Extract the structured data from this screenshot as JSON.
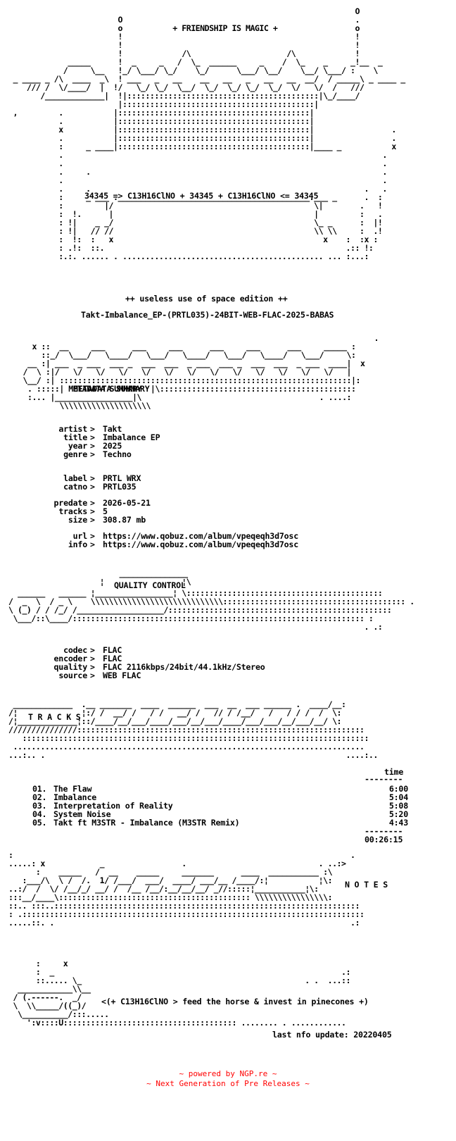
{
  "document": {
    "release_name": "Takt-Imbalance_EP-(PRTL035)-24BIT-WEB-FLAC-2025-BABAS",
    "tagline_top": "+ FRIENDSHIP IS MAGIC +",
    "formula_line": "34345 => C13H16ClNO + 34345 + C13H16ClNO <= 34345",
    "edition_line": "++ useless use of space edition ++",
    "sections": {
      "metadata": "METADATA SUMMARY",
      "quality": "QUALITY CONTROL",
      "tracks": "T R A C K S",
      "notes": "N O T E S"
    },
    "metadata": [
      {
        "key": "artist",
        "value": "Takt"
      },
      {
        "key": "title",
        "value": "Imbalance EP"
      },
      {
        "key": "year",
        "value": "2025"
      },
      {
        "key": "genre",
        "value": "Techno"
      },
      {
        "key": "label",
        "value": "PRTL WRX"
      },
      {
        "key": "catno",
        "value": "PRTL035"
      },
      {
        "key": "predate",
        "value": "2026-05-21"
      },
      {
        "key": "tracks",
        "value": "5"
      },
      {
        "key": "size",
        "value": "308.87 mb"
      },
      {
        "key": "url",
        "value": "https://www.qobuz.com/album/vpeqeqh3d7osc"
      },
      {
        "key": "info",
        "value": "https://www.qobuz.com/album/vpeqeqh3d7osc"
      }
    ],
    "quality": [
      {
        "key": "codec",
        "value": "FLAC"
      },
      {
        "key": "encoder",
        "value": "FLAC"
      },
      {
        "key": "quality",
        "value": "FLAC 2116kbps/24bit/44.1kHz/Stereo"
      },
      {
        "key": "source",
        "value": "WEB FLAC"
      }
    ],
    "tracks_header": "time",
    "tracks_rule": "--------",
    "tracks": [
      {
        "num": "01.",
        "title": "The Flaw",
        "time": "6:00"
      },
      {
        "num": "02.",
        "title": "Imbalance",
        "time": "5:04"
      },
      {
        "num": "03.",
        "title": "Interpretation of Reality",
        "time": "5:08"
      },
      {
        "num": "04.",
        "title": "System Noise",
        "time": "5:20"
      },
      {
        "num": "05.",
        "title": "Takt ft M3STR - Imbalance (M3STR Remix)",
        "time": "4:43"
      }
    ],
    "total_rule": "--------",
    "total_time": "00:26:15",
    "notes_line": "<(+ C13H16ClNO > feed the horse & invest in pinecones +)",
    "last_update": "last nfo update: 20220405",
    "footer_line1": "~ powered by NGP.re ~",
    "footer_line2": "~ Next Generation of Pre Releases ~"
  },
  "art": {
    "header": [
      "                                                                            O",
      "                        O                                                   .",
      "                        o           + FRIENDSHIP IS MAGIC +                 o",
      "                        !                                                   !",
      "                        !                                                   !",
      "                        !             /\\                     /\\             !",
      "             _____      !  _     _   /  \\_  ______     _    /  \\_    _     _!__  _",
      "            /     \\__   !_/ \\___/ \\_/    \\_/      \\___/ \\__/    \\__/ \\___/ :    \\",
      " _ ____ _ /\\  ____  _\\  ! ___   _   __    __   __   _   __   __  __/  / _____\\ _ ____ _",
      "    /// /  \\/____/  |  !/   \\_/ \\_/  \\__/  \\_/  \\_/ \\_/  \\_/  \\/   \\/  /   ///",
      "       /_____________|  !|::::::::::::::::::::::::::::::::::::::::::|\\_/____/",
      "                        |::::::::::::::::::::::::::::::::::::::::::|",
      " ,         .           |::::::::::::::::::::::::::::::::::::::::::|",
      "           .           |::::::::::::::::::::::::::::::::::::::::::|",
      "           x           |::::::::::::::::::::::::::::::::::::::::::|                 .",
      "           .           |::::::::::::::::::::::::::::::::::::::::::|                 .",
      "           :     _ ____|::::::::::::::::::::::::::::::::::::::::::|____ _           x",
      "           .                                                                      .",
      "           .                                                                      .",
      "           .     .                                                                .",
      "           .                                                                      .",
      "           .     .                                                            .   .",
      "           :     _ ___ .__________________________________________.___ _      .  :",
      "           :         |/                                            \\|        .   !",
      "           :  !.      |                                            |         :   .",
      "           : !|    _ _/                                            \\_ _      :  |!",
      "           : !|   // //                                            \\\\ \\\\     :  .!",
      "           :  !:  :   x                                              x    :  :x :",
      "           : .!:  ::.                                                     .:: !:",
      "           :.:. ...... . ............................................ ... :...:"
    ],
    "metadata_banner": [
      "                                                                              .",
      "   x ::  __     ___      ___     ___      ___     ___      ___     _____ :",
      "     ::_/  \\___/   \\____/   \\___/   \\____/   \\___/   \\____/   \\___/     \\:",
      "  __ :| ___  _ ___  ___ _  ___  ___  _ ___  ___ _  ___  ___  _ ___  ____|  x",
      " /  \\ :|/   \\/   \\/   \\/   \\/   \\/   \\/   \\/   \\/   \\/   \\/   \\/   \\/   |",
      " \\__/ :| ::::::::::::::::::::::::::::::::::::::::::::::::::::::::::::::::|:",
      "  . :::::| METADATA SUMMARY  |\\:::::::::::::::::::::::::::::::::::::::::::",
      "  :... |_________________|\\                                       . ....:",
      "         \\\\\\\\\\\\\\\\\\\\\\\\\\\\\\\\\\\\\\\\"
    ]
  }
}
